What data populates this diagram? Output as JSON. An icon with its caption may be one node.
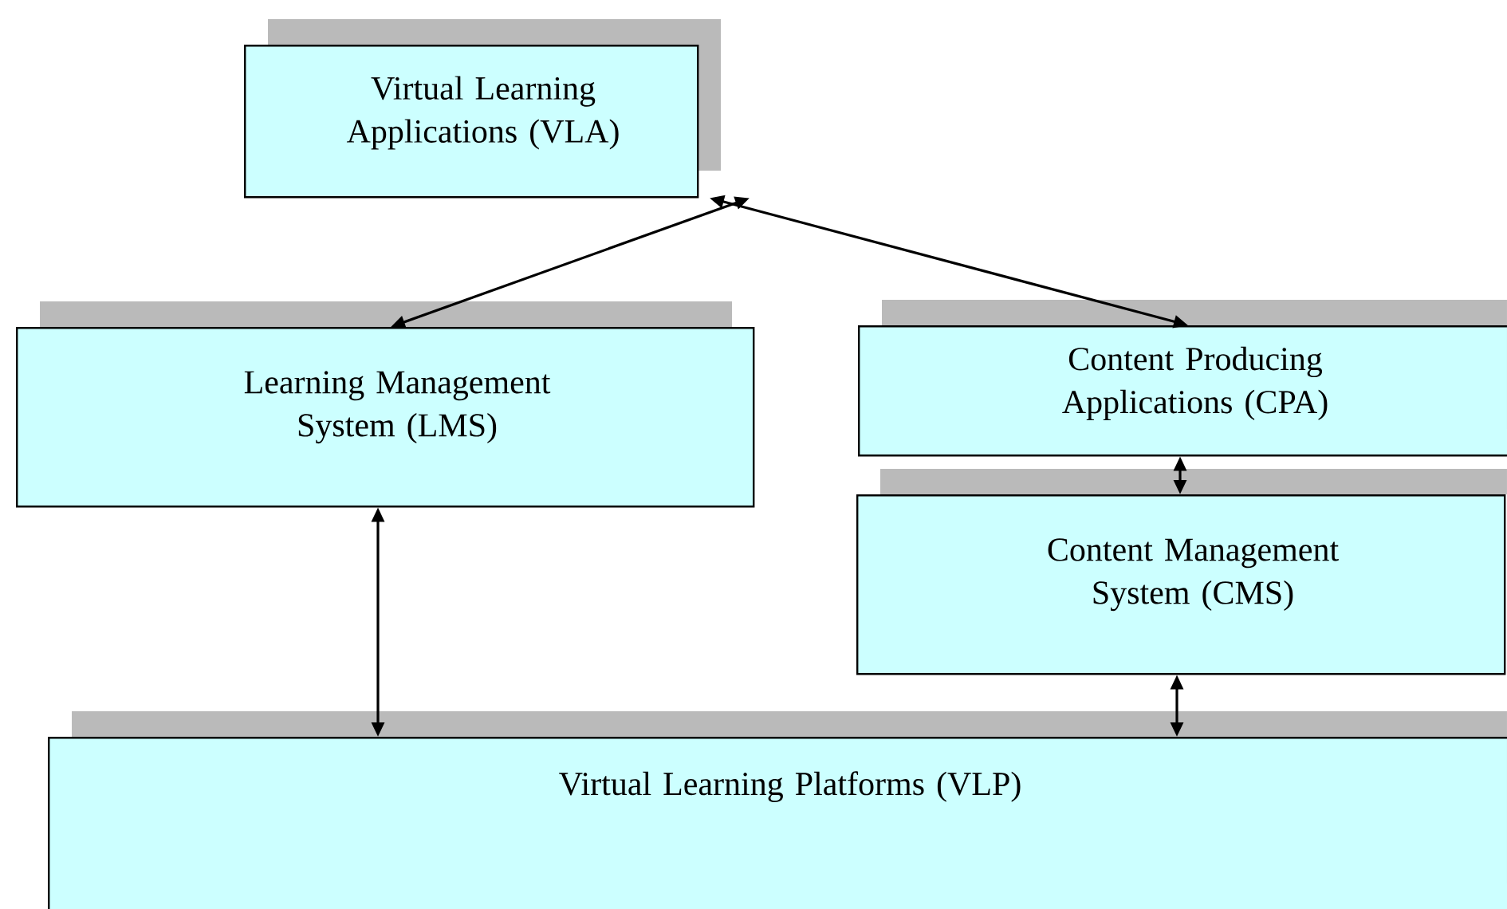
{
  "diagram": {
    "nodes": [
      {
        "text": [
          "Virtual Learning Applications (VLA)"
        ]
      },
      {
        "text": [
          "Learning Management System (LMS)"
        ]
      },
      {
        "text": [
          "Content Producing Applications (CPA)"
        ]
      },
      {
        "text": [
          "Content Management System (CMS)"
        ]
      },
      {
        "text": [
          "Virtual Learning Platforms (VLP)"
        ]
      }
    ],
    "edges": [
      {
        "from": 0,
        "to": 1,
        "arrow": "both"
      },
      {
        "from": 0,
        "to": 2,
        "arrow": "both"
      },
      {
        "from": 2,
        "to": 3,
        "arrow": "both"
      },
      {
        "from": 1,
        "to": 4,
        "arrow": "both"
      },
      {
        "from": 3,
        "to": 4,
        "arrow": "both"
      }
    ]
  }
}
